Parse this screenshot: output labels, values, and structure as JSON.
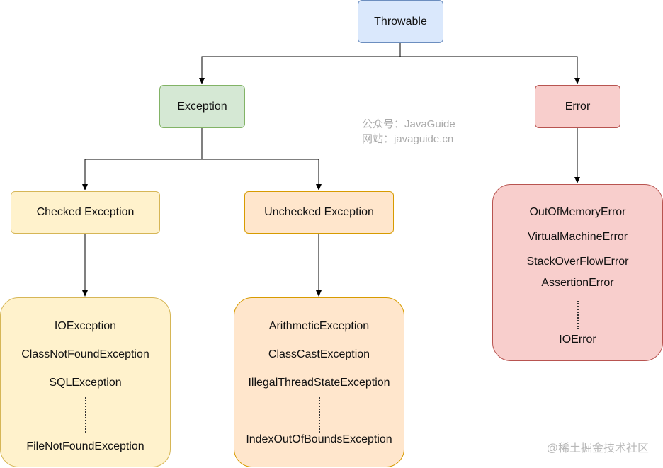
{
  "nodes": {
    "throwable": "Throwable",
    "exception": "Exception",
    "error": "Error",
    "checked": "Checked Exception",
    "unchecked": "Unchecked Exception"
  },
  "checked_list": {
    "items": [
      "IOException",
      "ClassNotFoundException",
      "SQLException"
    ],
    "last": "FileNotFoundException"
  },
  "unchecked_list": {
    "items": [
      "ArithmeticException",
      "ClassCastException",
      "IllegalThreadStateException"
    ],
    "last": "IndexOutOfBoundsException"
  },
  "error_list": {
    "items": [
      "OutOfMemoryError",
      "VirtualMachineError",
      "StackOverFlowError",
      "AssertionError"
    ],
    "last": "IOError"
  },
  "watermark": {
    "line1": "公众号：JavaGuide",
    "line2": "网站：javaguide.cn"
  },
  "footer": "@稀土掘金技术社区",
  "colors": {
    "blue": "#dae8fc",
    "green": "#d5e8d4",
    "red": "#f8cecc",
    "yellow": "#fff2cc",
    "orange": "#ffe6cc"
  }
}
